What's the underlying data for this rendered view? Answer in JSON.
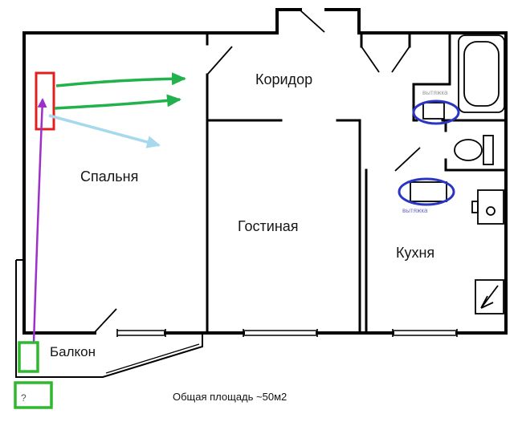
{
  "figure": {
    "caption": "Общая площадь ~50м2",
    "question_mark": "?"
  },
  "rooms": {
    "corridor": "Коридор",
    "bedroom": "Спальня",
    "living_room": "Гостиная",
    "kitchen": "Кухня",
    "balcony": "Балкон"
  },
  "vents": {
    "bathroom": "вытяжка",
    "kitchen": "вытяжка"
  },
  "colors": {
    "wall": "#000000",
    "highlight_red": "#e31e1e",
    "arrow_green": "#22b14c",
    "arrow_light_blue": "#a6d9ec",
    "arrow_purple": "#9d30c9",
    "ellipse_blue": "#2b35c4",
    "box_green": "#2db92d",
    "vent_text_gray": "#9a9a9a",
    "vent_text_blue": "#6a6ac8"
  }
}
